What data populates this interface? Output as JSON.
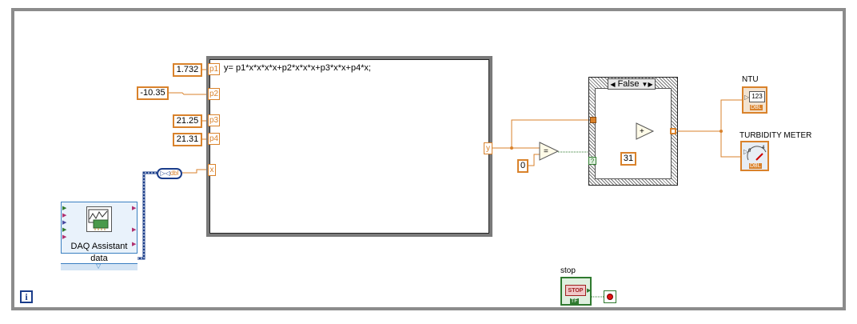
{
  "formula": {
    "expression": "y= p1*x*x*x*x+p2*x*x*x+p3*x*x+p4*x;",
    "inputs": [
      {
        "term": "p1",
        "constant": "1.732"
      },
      {
        "term": "p2",
        "constant": "-10.35"
      },
      {
        "term": "p3",
        "constant": "21.25"
      },
      {
        "term": "p4",
        "constant": "21.31"
      },
      {
        "term": "x"
      }
    ],
    "output_term": "y"
  },
  "daq": {
    "title": "DAQ Assistant",
    "output": "data"
  },
  "conversion": {
    "symbol": "▷◁",
    "type": "dbl"
  },
  "compare": {
    "constant": "0",
    "operator": "="
  },
  "case_structure": {
    "selector": "False",
    "add_constant": "31",
    "add_operator": "+",
    "selector_terminal": "?"
  },
  "indicators": {
    "ntu": {
      "label": "NTU",
      "display": "123",
      "type": "DBL"
    },
    "meter": {
      "label": "TURBIDITY METER",
      "type": "DBL"
    }
  },
  "stop": {
    "label": "stop",
    "button_text": "STOP",
    "type": "TF"
  },
  "loop": {
    "iteration_terminal": "i"
  },
  "colors": {
    "orange_wire": "#d9822b",
    "gray_frame": "#8c8c8c",
    "blue_wire": "#1a3c8a",
    "green_wire": "#2f7a2f"
  }
}
